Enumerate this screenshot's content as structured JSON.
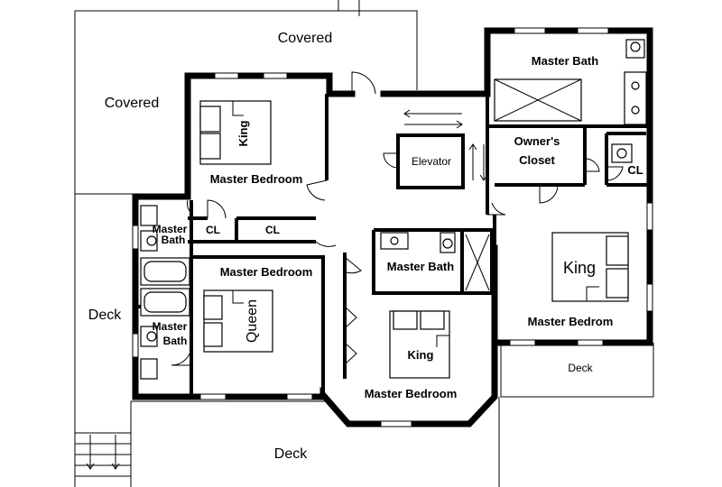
{
  "labels": {
    "covered_top": "Covered",
    "covered_left": "Covered",
    "deck_left": "Deck",
    "deck_bottom": "Deck",
    "deck_right": "Deck",
    "master_bath_top": "Master Bath",
    "owners_closet_line1": "Owner's",
    "owners_closet_line2": "Closet",
    "cl_right": "CL",
    "elevator": "Elevator",
    "master_bedroom_top": "Master Bedroom",
    "bed_king_top": "King",
    "master_bath_left1_line1": "Master",
    "master_bath_left1_line2": "Bath",
    "cl_left1": "CL",
    "cl_left2": "CL",
    "master_bath_center": "Master Bath",
    "bed_king_right": "King",
    "master_bedroom_right": "Master Bedrom",
    "master_bedroom_left": "Master Bedroom",
    "bed_queen": "Queen",
    "master_bath_left2_line1": "Master",
    "master_bath_left2_line2": "Bath",
    "bed_king_bottom": "King",
    "master_bedroom_bottom": "Master Bedroom"
  }
}
